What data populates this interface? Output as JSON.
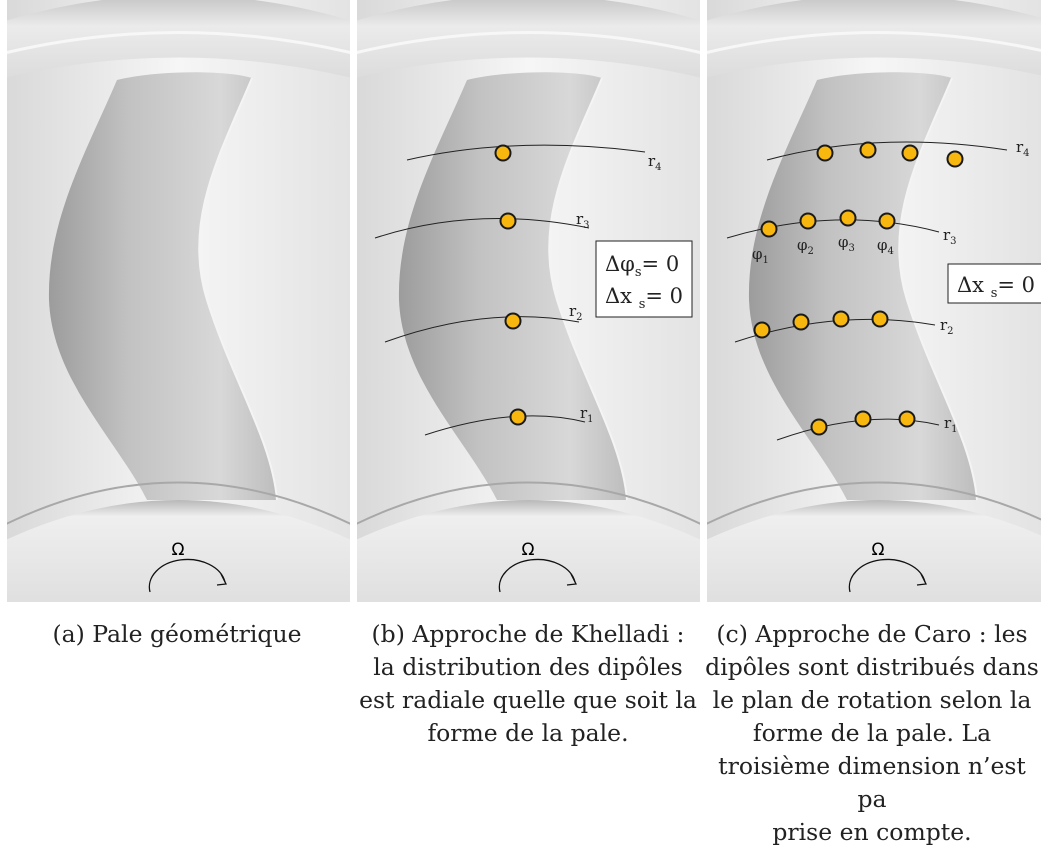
{
  "omega_symbol": "Ω",
  "panels": [
    {
      "id": "a",
      "caption_lines": [
        "(a) Pale géométrique"
      ]
    },
    {
      "id": "b",
      "caption_lines": [
        "(b) Approche de Khelladi :",
        "la distribution des dipôles",
        "est radiale quelle que soit la",
        "forme de la pale."
      ],
      "radius_labels": [
        {
          "base": "r",
          "sub": "4"
        },
        {
          "base": "r",
          "sub": "3"
        },
        {
          "base": "r",
          "sub": "2"
        },
        {
          "base": "r",
          "sub": "1"
        }
      ],
      "box_lines": [
        {
          "prefix": "Δφ",
          "sub": "s",
          "suffix": "= 0"
        },
        {
          "prefix": "Δx ",
          "sub": "s",
          "suffix": "= 0"
        }
      ]
    },
    {
      "id": "c",
      "caption_lines": [
        "(c) Approche de Caro : les",
        "dipôles sont distribués dans",
        "le plan de rotation selon la",
        "forme de la pale. La",
        "troisième dimension n’est pa",
        "prise en compte."
      ],
      "radius_labels": [
        {
          "base": "r",
          "sub": "4"
        },
        {
          "base": "r",
          "sub": "3"
        },
        {
          "base": "r",
          "sub": "2"
        },
        {
          "base": "r",
          "sub": "1"
        }
      ],
      "phi_labels": [
        {
          "base": "φ",
          "sub": "1"
        },
        {
          "base": "φ",
          "sub": "2"
        },
        {
          "base": "φ",
          "sub": "3"
        },
        {
          "base": "φ",
          "sub": "4"
        }
      ],
      "box_lines": [
        {
          "prefix": "Δx ",
          "sub": "s",
          "suffix": "= 0"
        }
      ]
    }
  ],
  "colors": {
    "dipole_fill": "#f7b70f",
    "dipole_stroke": "#1a1a1a",
    "blade_light": "#e2e2e2",
    "blade_dark": "#a9a9a9",
    "background_light": "#f7f7f7",
    "background_dark": "#d6d6d6"
  }
}
